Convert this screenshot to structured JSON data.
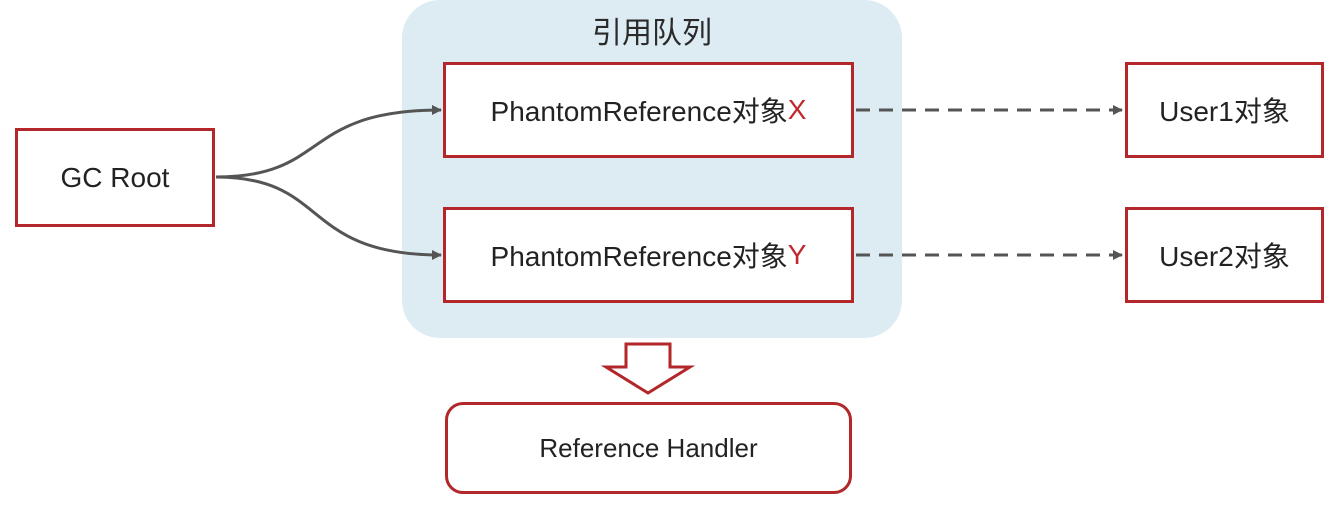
{
  "queue": {
    "title": "引用队列"
  },
  "nodes": {
    "gc_root": "GC Root",
    "ref_x": {
      "label": "PhantomReference对象",
      "letter": "X"
    },
    "ref_y": {
      "label": "PhantomReference对象",
      "letter": "Y"
    },
    "user1": "User1对象",
    "user2": "User2对象",
    "handler": "Reference Handler"
  },
  "colors": {
    "box_border": "#b3262a",
    "queue_background": "#ddecf3",
    "letter_highlight": "#c0282d",
    "connector": "#555555"
  }
}
